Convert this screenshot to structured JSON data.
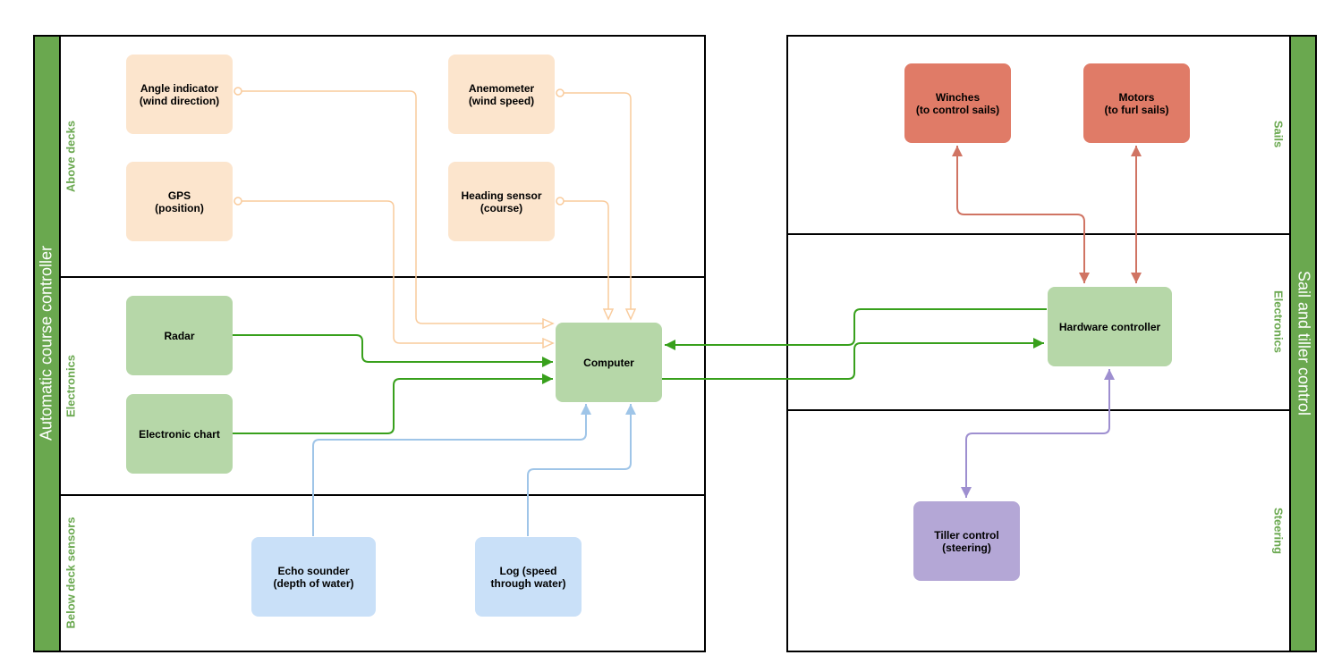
{
  "pools": {
    "left_title": "Automatic course controller",
    "right_title": "Sail and tiller control"
  },
  "lanes": {
    "above_decks": "Above decks",
    "electronics_left": "Electronics",
    "below_deck": "Below deck sensors",
    "sails": "Sails",
    "electronics_right": "Electronics",
    "steering": "Steering"
  },
  "nodes": {
    "angle_indicator": "Angle indicator\n(wind direction)",
    "anemometer": "Anemometer\n(wind speed)",
    "gps": "GPS\n(position)",
    "heading_sensor": "Heading sensor\n(course)",
    "radar": "Radar",
    "computer": "Computer",
    "electronic_chart": "Electronic chart",
    "echo_sounder": "Echo sounder\n(depth of water)",
    "log": "Log (speed\nthrough water)",
    "winches": "Winches\n(to control sails)",
    "motors": "Motors\n(to furl sails)",
    "hardware_controller": "Hardware controller",
    "tiller_control": "Tiller control\n(steering)"
  },
  "colors": {
    "sensor_orange": "#fce5cd",
    "electronics_green": "#b6d7a8",
    "below_blue": "#c9e0f8",
    "sails_red": "#e07b67",
    "steering_purple": "#b4a7d6",
    "pool_green": "#6aa84f",
    "orange_line": "#f9cb9c",
    "green_line": "#38a01c",
    "blue_line": "#9fc5e8",
    "red_line": "#d07463",
    "purple_line": "#9e8fd0"
  }
}
